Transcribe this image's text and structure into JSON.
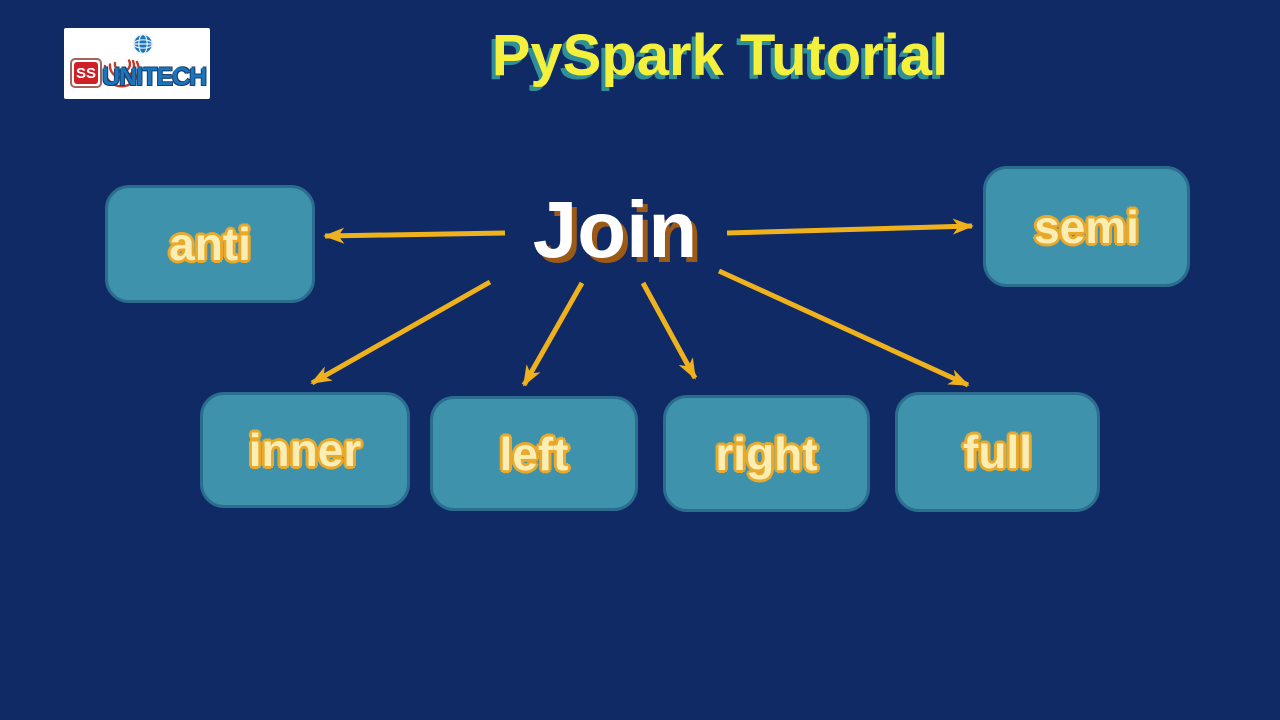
{
  "logo": {
    "badge": "SS",
    "brand": "UNITECH"
  },
  "header": {
    "title": "PySpark Tutorial"
  },
  "diagram": {
    "center_label": "Join",
    "nodes": [
      {
        "label": "anti"
      },
      {
        "label": "semi"
      },
      {
        "label": "inner"
      },
      {
        "label": "left"
      },
      {
        "label": "right"
      },
      {
        "label": "full"
      }
    ]
  },
  "colors": {
    "background": "#102a66",
    "box-fill": "#3e92ac",
    "box-border": "#2b6d8e",
    "arrow-gold": "#f0b21c",
    "title-yellow": "#f4f03c",
    "title-shadow-teal": "#2f9097",
    "join-white": "#ffffff",
    "join-shadow-orange": "#9c5a17",
    "label-cream": "#fbeeb4",
    "label-gold": "#eaa92b",
    "logo-red": "#cf2027",
    "logo-blue": "#1b75bb"
  }
}
